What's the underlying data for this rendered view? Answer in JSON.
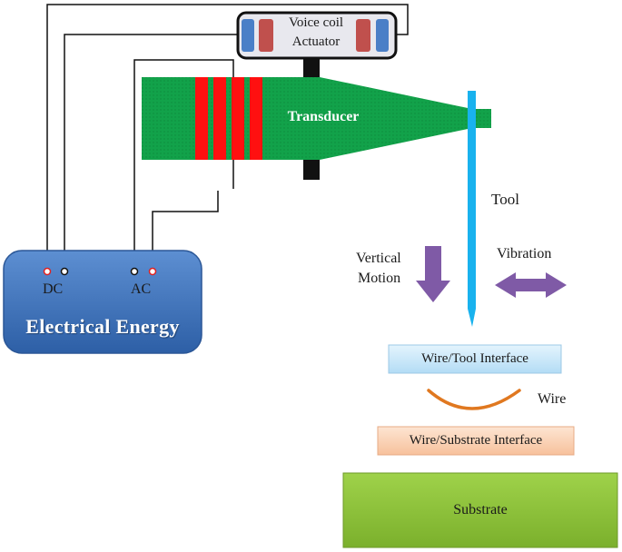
{
  "actuator": {
    "line1": "Voice coil",
    "line2": "Actuator"
  },
  "transducer": {
    "label": "Transducer"
  },
  "tool": {
    "label": "Tool"
  },
  "motion": {
    "vertical_line1": "Vertical",
    "vertical_line2": "Motion",
    "vibration": "Vibration"
  },
  "energy": {
    "title": "Electrical Energy",
    "dc": "DC",
    "ac": "AC"
  },
  "interfaces": {
    "wire_tool": "Wire/Tool Interface",
    "wire": "Wire",
    "wire_substrate": "Wire/Substrate Interface"
  },
  "substrate": {
    "label": "Substrate"
  },
  "colors": {
    "transducer": "#0f9d46",
    "coil_band": "#ff1010",
    "tool": "#19b2ee",
    "arrow": "#7f5aa6",
    "energy_box": "#3a70bc",
    "wire": "#e07820",
    "wire_tool_box": "#c8e8fa",
    "wire_substrate_box": "#fbd3b8",
    "substrate": "#8fc43c"
  }
}
